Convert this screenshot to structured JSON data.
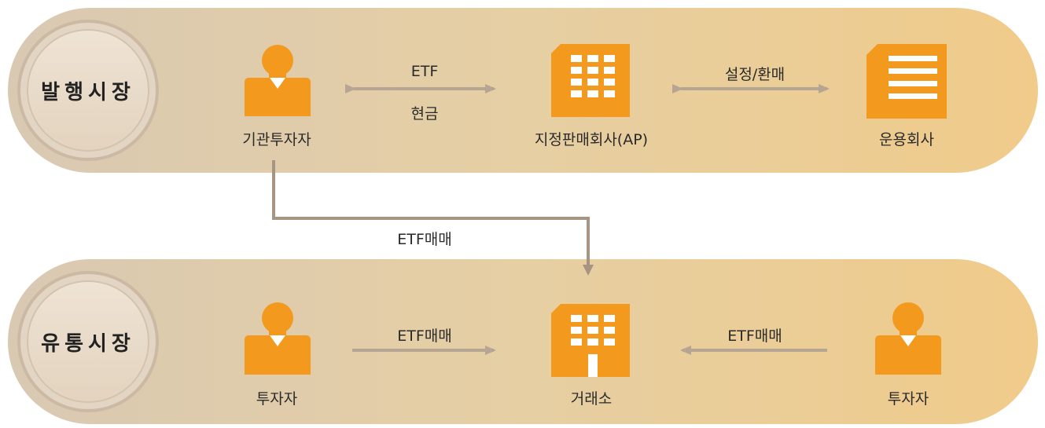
{
  "issuance_market": {
    "title": "발행시장",
    "institutional_investor": "기관투자자",
    "ap": "지정판매회사(AP)",
    "asset_manager": "운용회사",
    "arrow_etf": "ETF",
    "arrow_cash": "현금",
    "arrow_create_redeem": "설정/환매"
  },
  "connector": {
    "label": "ETF매매"
  },
  "secondary_market": {
    "title": "유통시장",
    "investor_left": "투자자",
    "exchange": "거래소",
    "investor_right": "투자자",
    "arrow_left": "ETF매매",
    "arrow_right": "ETF매매"
  },
  "colors": {
    "icon_orange": "#f39a1e",
    "arrow_gray": "#b6a592",
    "connector": "#a79582"
  }
}
